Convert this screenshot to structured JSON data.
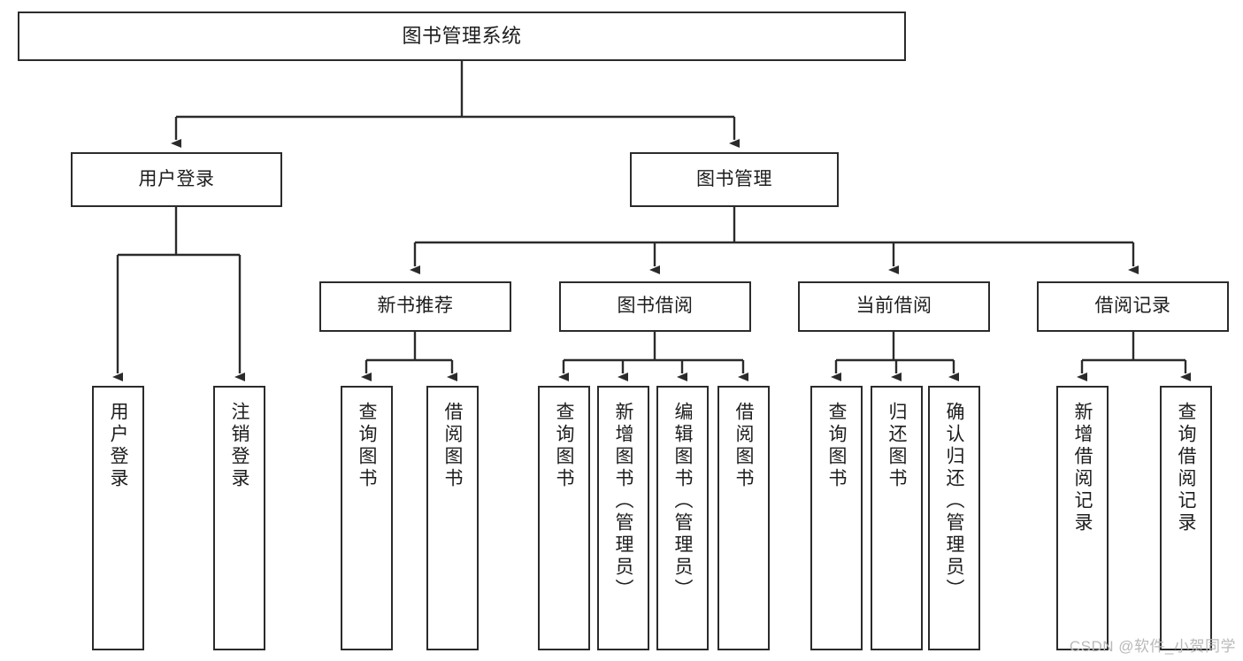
{
  "diagram": {
    "title": "图书管理系统",
    "type": "tree-hierarchy",
    "watermark": "CSDN @软件_小贺同学",
    "colors": {
      "border": "#2b2b2b",
      "text": "#1d1d1d",
      "background": "#ffffff",
      "watermark": "#b9b9b9"
    },
    "nodes": {
      "root": {
        "label": "图书管理系统"
      },
      "level2": [
        {
          "label": "用户登录"
        },
        {
          "label": "图书管理"
        }
      ],
      "level3": [
        {
          "label": "新书推荐"
        },
        {
          "label": "图书借阅"
        },
        {
          "label": "当前借阅"
        },
        {
          "label": "借阅记录"
        }
      ],
      "leaves": {
        "user_login": [
          {
            "label": "用户登录"
          },
          {
            "label": "注销登录"
          }
        ],
        "new_book_recommend": [
          {
            "label": "查询图书"
          },
          {
            "label": "借阅图书"
          }
        ],
        "book_borrow": [
          {
            "label": "查询图书"
          },
          {
            "label": "新增图书（管理员）"
          },
          {
            "label": "编辑图书（管理员）"
          },
          {
            "label": "借阅图书"
          }
        ],
        "current_borrow": [
          {
            "label": "查询图书"
          },
          {
            "label": "归还图书"
          },
          {
            "label": "确认归还（管理员）"
          }
        ],
        "borrow_record": [
          {
            "label": "新增借阅记录"
          },
          {
            "label": "查询借阅记录"
          }
        ]
      }
    }
  }
}
